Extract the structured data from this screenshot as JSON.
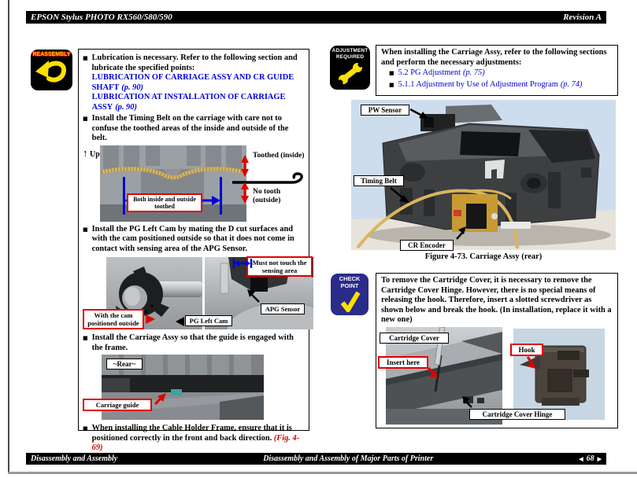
{
  "header": {
    "title": "EPSON Stylus PHOTO RX560/580/590",
    "revision": "Revision A"
  },
  "footer": {
    "section": "Disassembly and Assembly",
    "chapter": "Disassembly and Assembly of Major Parts of Printer",
    "page_number": "68"
  },
  "glyphs": {
    "bullet": "■",
    "up_arrow": "↑",
    "prev": "◀",
    "next": "▶"
  },
  "colors": {
    "link_blue": "#0000D8",
    "annotation_red": "#EE0000",
    "badge_yellow": "#FFE000",
    "checkpoint_blue": "#2B2B8A",
    "belt_yellow": "#D9B55E"
  },
  "reassembly": {
    "badge_label": "REASSEMBLY",
    "bullet1": {
      "text": "Lubrication is necessary. Refer to the following section and lubricate the specified points:",
      "link1_text": "LUBRICATION OF CARRIAGE ASSY AND CR GUIDE SHAFT",
      "link1_page": "(p. 90)",
      "link2_text": "LUBRICATION AT INSTALLATION OF CARRIAGE ASSY",
      "link2_page": "(p. 90)"
    },
    "bullet2": {
      "text": "Install the Timing Belt on the carriage with care not to confuse the toothed areas of the inside and outside of the belt.",
      "up_label": "Up",
      "toothed_label": "Toothed (inside)",
      "no_tooth_label": "No tooth (outside)",
      "both_label": "Both inside and outside toothed"
    },
    "bullet3": {
      "text": "Install the PG Left Cam by mating the D cut surfaces and with the cam positioned outside so that it does not come in contact with sensing area of the APG Sensor.",
      "cam_label": "With the cam positioned outside",
      "pg_label": "PG Left Cam",
      "apg_label": "APG Sensor",
      "must_label": "Must not touch the sensing area"
    },
    "bullet4": {
      "text": "Install the Carriage Assy so that the guide is engaged with the frame.",
      "rear_label": "~Rear~",
      "guide_label": "Carriage guide"
    },
    "bullet5": {
      "text": "When installing the Cable Holder Frame, ensure that it is positioned correctly in the front and back direction.",
      "fig_ref": "(Fig. 4-69)"
    }
  },
  "adjustment": {
    "badge_line1": "ADJUSTMENT",
    "badge_line2": "REQUIRED",
    "intro": "When installing the Carriage Assy, refer to the following sections and perform the necessary adjustments:",
    "links": [
      {
        "text": "5.2 PG Adjustment",
        "page": "(p. 75)"
      },
      {
        "text": "5.1.1 Adjustment by Use of Adjustment Program",
        "page": "(p. 74)"
      }
    ],
    "figure": {
      "pw_label": "PW Sensor",
      "belt_label": "Timing Belt",
      "encoder_label": "CR Encoder",
      "caption": "Figure 4-73.  Carriage Assy (rear)"
    }
  },
  "checkpoint": {
    "badge_line1": "CHECK",
    "badge_line2": "POINT",
    "text": "To remove the Cartridge Cover, it is necessary to remove the Cartridge Cover Hinge. However, there is no special means of releasing the hook. Therefore, insert a slotted screwdriver as shown below and break the hook. (In installation, replace it with a new one)",
    "cover_label": "Cartridge Cover",
    "insert_label": "Insert here",
    "hook_label": "Hook",
    "hinge_label": "Cartridge Cover Hinge"
  }
}
